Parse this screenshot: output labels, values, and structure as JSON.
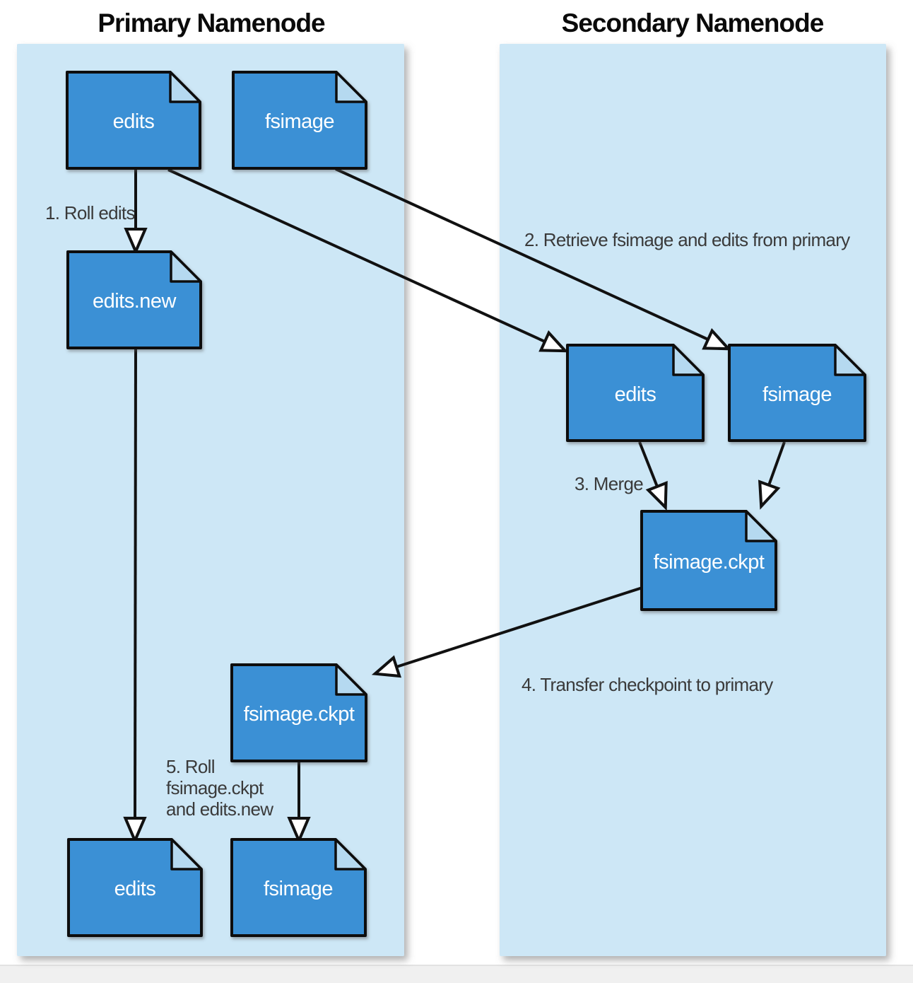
{
  "figure": {
    "primary": {
      "title": "Primary Namenode",
      "docs": {
        "edits_top": "edits",
        "fsimage_top": "fsimage",
        "edits_new": "edits.new",
        "fsimage_ckpt": "fsimage.ckpt",
        "edits_bottom": "edits",
        "fsimage_bottom": "fsimage"
      }
    },
    "secondary": {
      "title": "Secondary Namenode",
      "docs": {
        "edits": "edits",
        "fsimage": "fsimage",
        "fsimage_ckpt": "fsimage.ckpt"
      }
    },
    "steps": {
      "s1": "1. Roll edits",
      "s2": "2. Retrieve fsimage and edits from primary",
      "s3": "3. Merge",
      "s4": "4. Transfer checkpoint to primary",
      "s5_line1": "5. Roll",
      "s5_line2": "fsimage.ckpt",
      "s5_line3": "and edits.new"
    },
    "colors": {
      "panel": "#cde7f6",
      "doc": "#3a90d5",
      "doc_fold": "#b5d9f0",
      "outline": "#111111",
      "title_text": "#0a0a0a",
      "step_text": "#3a3a3a",
      "doc_text": "#ffffff",
      "footer": "#f0f0f0"
    }
  }
}
